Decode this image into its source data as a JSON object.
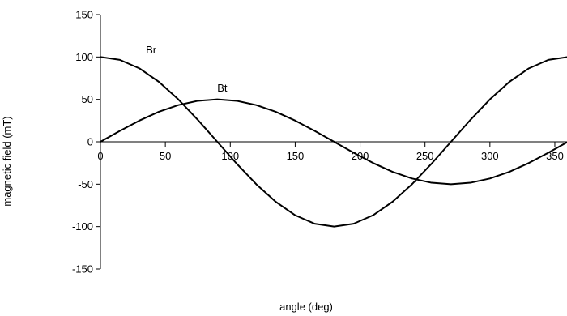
{
  "chart_data": {
    "type": "line",
    "title": "",
    "xlabel": "angle (deg)",
    "ylabel": "magnetic field (mT)",
    "xlim": [
      0,
      360
    ],
    "ylim": [
      -150,
      150
    ],
    "x_ticks": [
      0,
      50,
      100,
      150,
      200,
      250,
      300,
      350
    ],
    "y_ticks": [
      150,
      100,
      50,
      0,
      -50,
      -100,
      -150
    ],
    "grid": false,
    "legend": "none",
    "series": [
      {
        "name": "Br",
        "color": "#000000",
        "x": [
          0,
          15,
          30,
          45,
          60,
          75,
          90,
          105,
          120,
          135,
          150,
          165,
          180,
          195,
          210,
          225,
          240,
          255,
          270,
          285,
          300,
          315,
          330,
          345,
          360
        ],
        "y": [
          100,
          96.6,
          86.6,
          70.7,
          50,
          25.9,
          0,
          -25.9,
          -50,
          -70.7,
          -86.6,
          -96.6,
          -100,
          -96.6,
          -86.6,
          -70.7,
          -50,
          -25.9,
          0,
          25.9,
          50,
          70.7,
          86.6,
          96.6,
          100
        ]
      },
      {
        "name": "Bt",
        "color": "#000000",
        "x": [
          0,
          15,
          30,
          45,
          60,
          75,
          90,
          105,
          120,
          135,
          150,
          165,
          180,
          195,
          210,
          225,
          240,
          255,
          270,
          285,
          300,
          315,
          330,
          345,
          360
        ],
        "y": [
          0,
          12.9,
          25,
          35.4,
          43.3,
          48.3,
          50,
          48.3,
          43.3,
          35.4,
          25,
          12.9,
          0,
          -12.9,
          -25,
          -35.4,
          -43.3,
          -48.3,
          -50,
          -48.3,
          -43.3,
          -35.4,
          -25,
          -12.9,
          0
        ]
      }
    ],
    "annotations": [
      {
        "text": "Br",
        "x": 35,
        "y": 104
      },
      {
        "text": "Bt",
        "x": 90,
        "y": 59
      }
    ]
  }
}
